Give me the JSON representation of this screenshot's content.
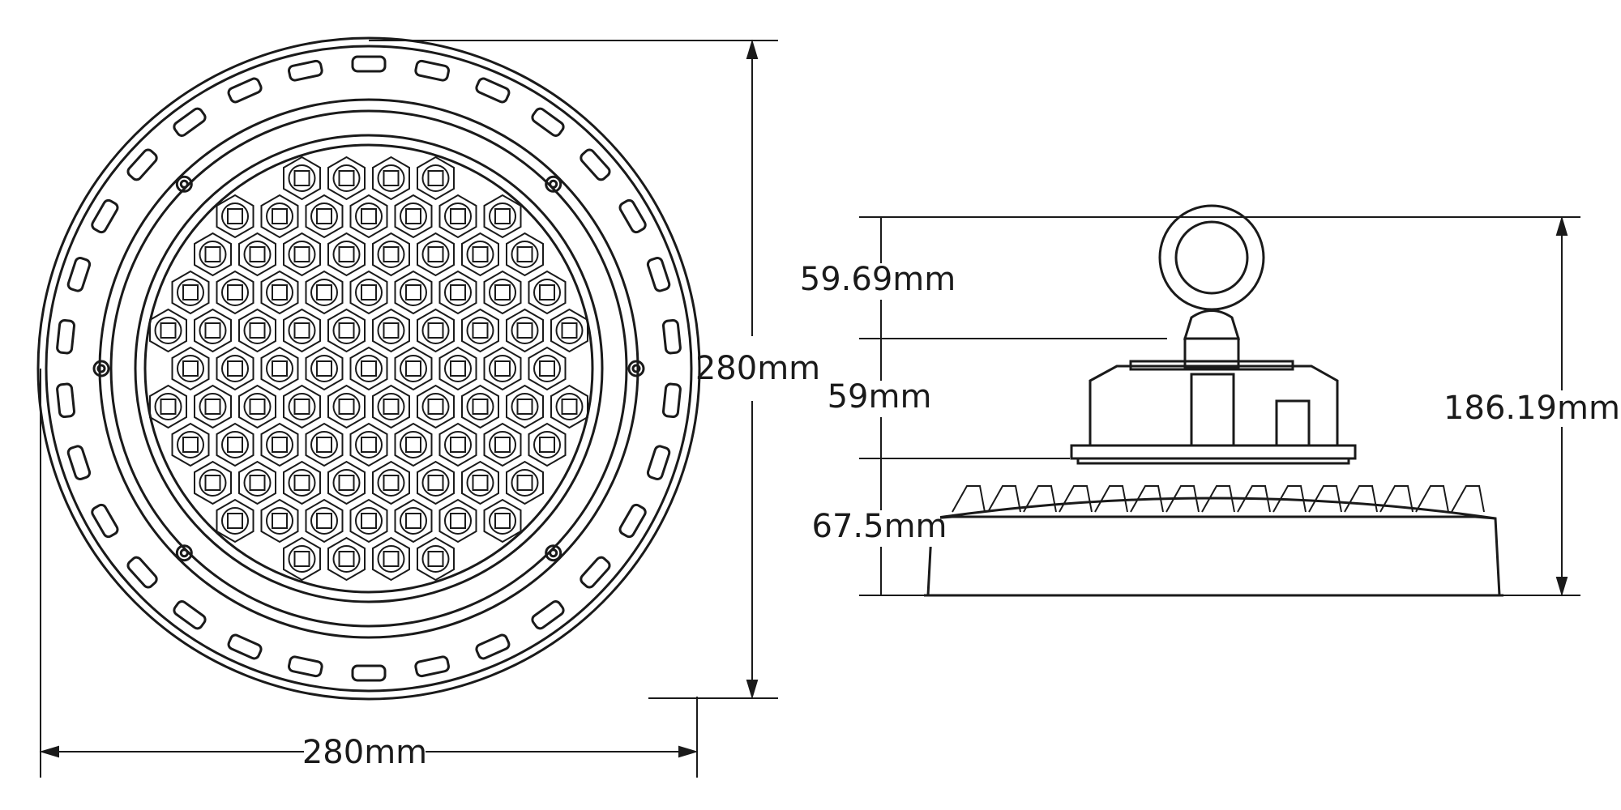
{
  "front_view": {
    "width_label": "280mm",
    "height_label": "280mm"
  },
  "side_view": {
    "dimensions": {
      "hook_height": "59.69mm",
      "driver_height": "59mm",
      "body_height": "67.5mm",
      "total_height": "186.19mm"
    }
  }
}
